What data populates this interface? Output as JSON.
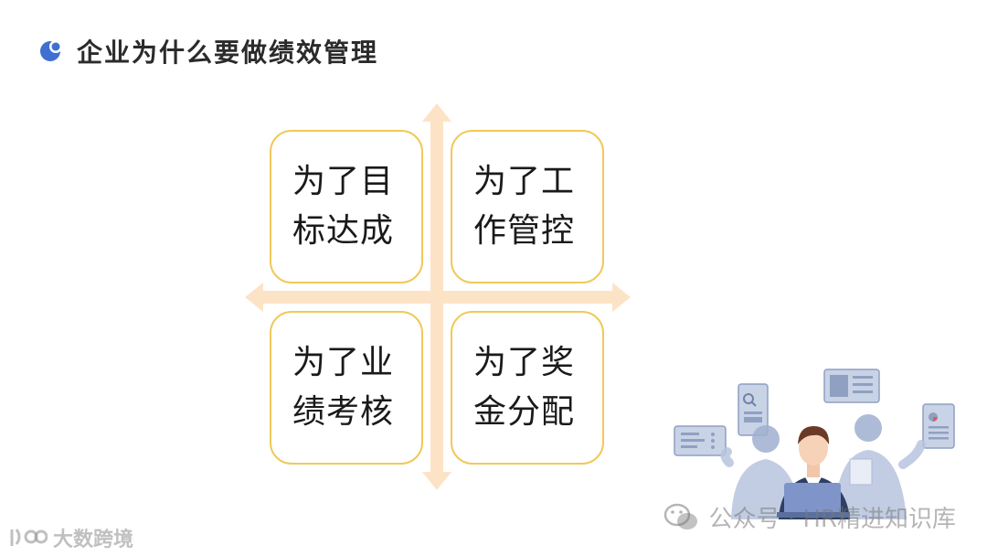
{
  "title": "企业为什么要做绩效管理",
  "quadrants": {
    "top_left": "为了目标达成",
    "top_right": "为了工作管控",
    "bottom_left": "为了业绩考核",
    "bottom_right": "为了奖金分配"
  },
  "watermark": {
    "wechat": "公众号 · HR精进知识库",
    "brand": "大数跨境"
  },
  "colors": {
    "accent_blue": "#3f6fd1",
    "card_border": "#f0c95a",
    "axis": "#fde3c6"
  },
  "icons": [
    "title-bullet-icon",
    "wechat-icon",
    "brand-logo-icon"
  ]
}
